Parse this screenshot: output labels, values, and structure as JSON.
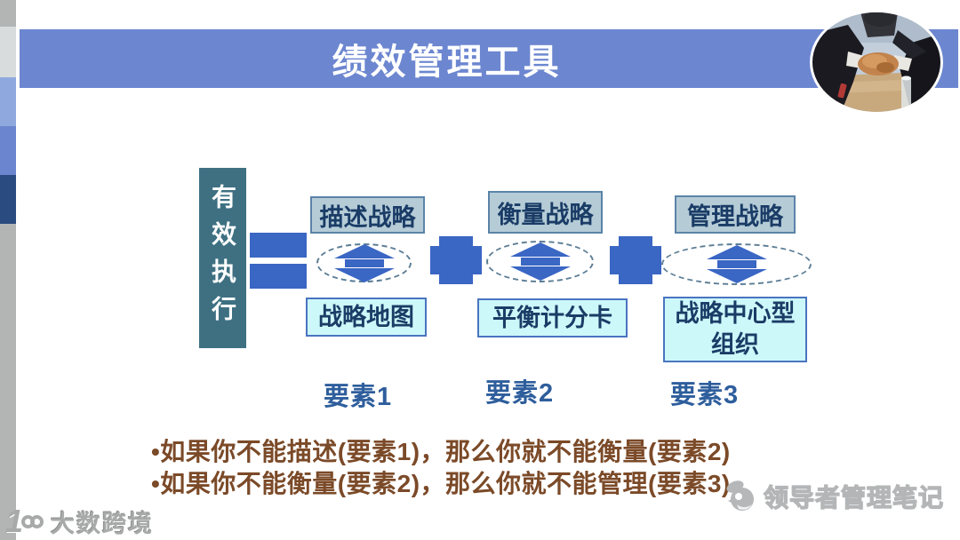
{
  "header": {
    "title": "绩效管理工具"
  },
  "diagram": {
    "left_box": {
      "label": "有效执行"
    },
    "groups": [
      {
        "top": "描述战略",
        "bottom": "战略地图",
        "label": "要素1"
      },
      {
        "top": "衡量战略",
        "bottom": "平衡计分卡",
        "label": "要素2"
      },
      {
        "top": "管理战略",
        "bottom": "战略中心型组织",
        "label": "要素3"
      }
    ]
  },
  "bullets": [
    "•如果你不能描述(要素1)，那么你就不能衡量(要素2)",
    "•如果你不能衡量(要素2)，那么你就不能管理(要素3)"
  ],
  "watermarks": {
    "bottom_left": {
      "logo_number": "1",
      "brand": "大数跨境"
    },
    "bottom_right": {
      "label": "领导者管理笔记"
    }
  },
  "colors": {
    "banner_blue": "#6c86d0",
    "shape_blue": "#3a66c4",
    "teal_box": "#3e7082",
    "top_box_fill": "#b5ccd7",
    "bottom_box_fill": "#cdf8fa",
    "box_text_navy": "#1a3c66",
    "label_blue": "#2e5e9c",
    "bullet_brown": "#7b4a28",
    "strip_dark_navy": "#2a4b80",
    "strip_light_blue": "#8fa9df",
    "strip_gray": "#b2b5b4"
  }
}
